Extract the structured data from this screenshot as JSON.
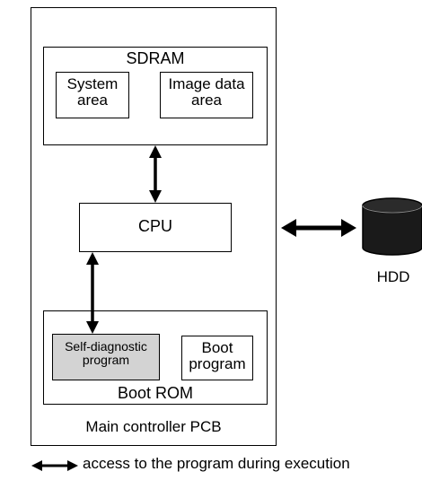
{
  "diagram": {
    "pcb_label": "Main controller PCB",
    "sdram": {
      "title": "SDRAM",
      "system_area": "System\narea",
      "image_data_area": "Image data\narea"
    },
    "cpu_label": "CPU",
    "boot_rom": {
      "title": "Boot ROM",
      "self_diagnostic": "Self-diagnostic\nprogram",
      "boot_program": "Boot\nprogram"
    },
    "hdd_label": "HDD",
    "legend_text": "access to the program during execution",
    "colors": {
      "line": "#000000",
      "self_diagnostic_fill": "#d3d3d3",
      "hdd_fill": "#1a1a1a"
    }
  }
}
